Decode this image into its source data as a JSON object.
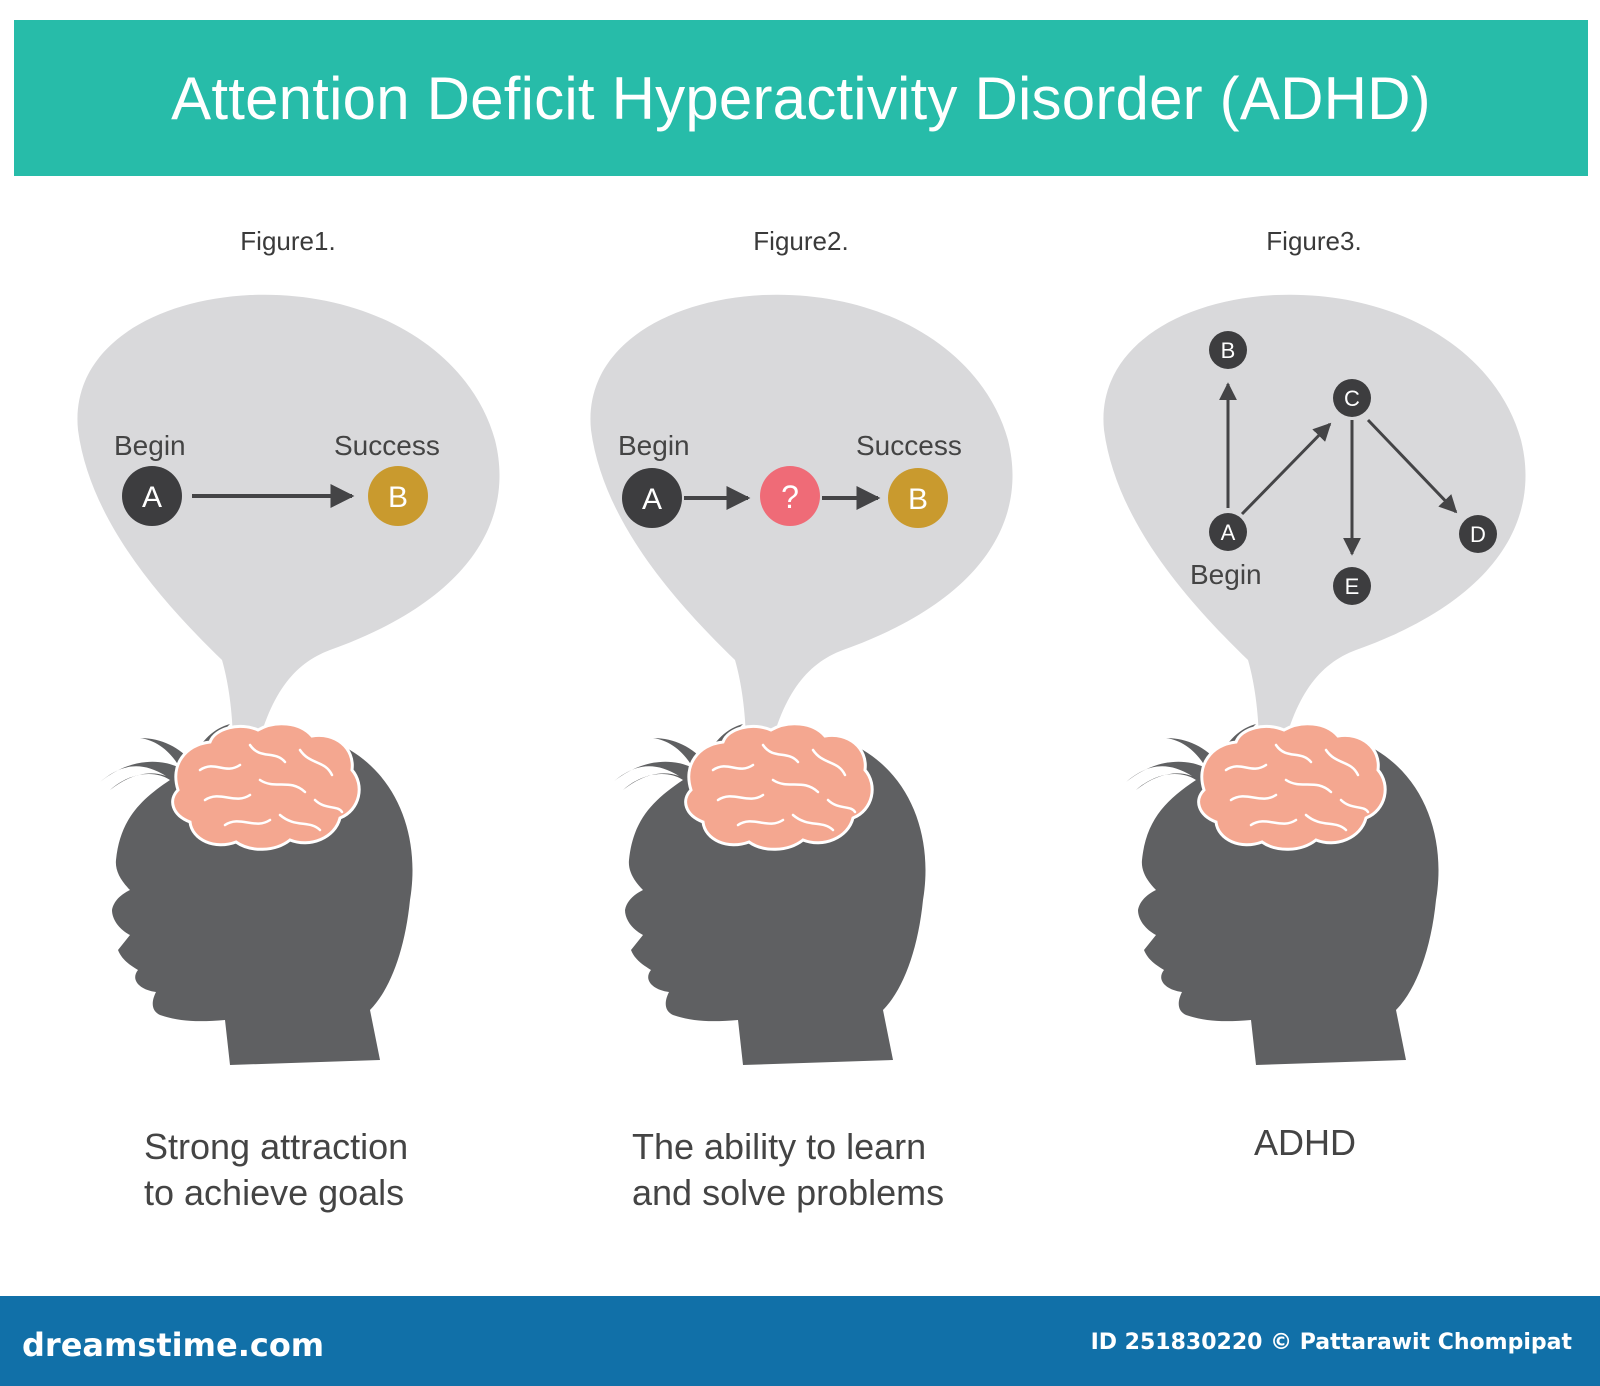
{
  "title": "Attention Deficit Hyperactivity Disorder (ADHD)",
  "colors": {
    "banner": "#27bca9",
    "bubble": "#d9d9db",
    "head": "#5f6062",
    "brain": "#f4a790",
    "node_dark": "#3d3d3f",
    "node_gold": "#c99a2e",
    "node_question": "#ef6b77",
    "footer": "#1170a8"
  },
  "figures": [
    {
      "label": "Figure1.",
      "begin_label": "Begin",
      "success_label": "Success",
      "node_a": "A",
      "node_b": "B",
      "caption_line1": "Strong attraction",
      "caption_line2": "to achieve goals"
    },
    {
      "label": "Figure2.",
      "begin_label": "Begin",
      "success_label": "Success",
      "node_a": "A",
      "node_q": "?",
      "node_b": "B",
      "caption_line1": "The ability to learn",
      "caption_line2": "and solve problems"
    },
    {
      "label": "Figure3.",
      "begin_label": "Begin",
      "nodes": [
        "A",
        "B",
        "C",
        "D",
        "E"
      ],
      "caption_line1": "ADHD"
    }
  ],
  "footer": {
    "brand": "dreamstime.com",
    "credit": "ID 251830220 © Pattarawit Chompipat"
  }
}
